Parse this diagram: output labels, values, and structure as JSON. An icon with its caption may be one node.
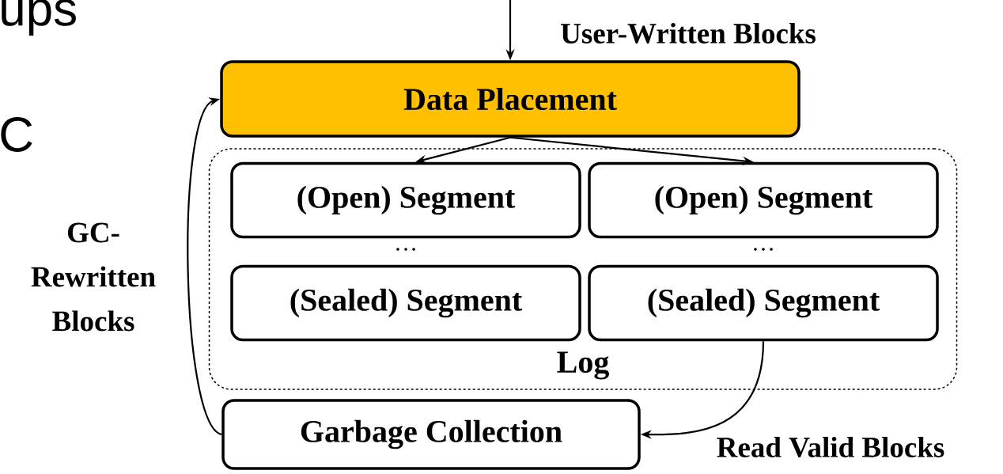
{
  "diagram": {
    "nodes": [
      {
        "text": [
          "Data Placement"
        ]
      },
      {
        "text": [
          "Log"
        ]
      },
      {
        "text": [
          "(Open) Segment"
        ],
        "in": 1
      },
      {
        "text": [
          "(Open) Segment"
        ],
        "in": 1
      },
      {
        "text": [
          "(Sealed) Segment"
        ],
        "in": 1
      },
      {
        "text": [
          "(Sealed) Segment"
        ],
        "in": 1
      },
      {
        "text": [
          "Garbage Collection"
        ]
      }
    ],
    "edges": [
      {
        "from": null,
        "to": 0,
        "arrow": "to",
        "label": "User-Written Blocks"
      },
      {
        "from": 0,
        "to": 2,
        "arrow": "to"
      },
      {
        "from": 0,
        "to": 3,
        "arrow": "to"
      },
      {
        "from": 5,
        "to": 6,
        "arrow": "to",
        "label": "Read Valid Blocks"
      },
      {
        "from": 6,
        "to": 0,
        "arrow": "to",
        "label": "GC- Rewritten Blocks"
      }
    ],
    "labels": [
      "ups",
      "C",
      "…",
      "…"
    ]
  }
}
